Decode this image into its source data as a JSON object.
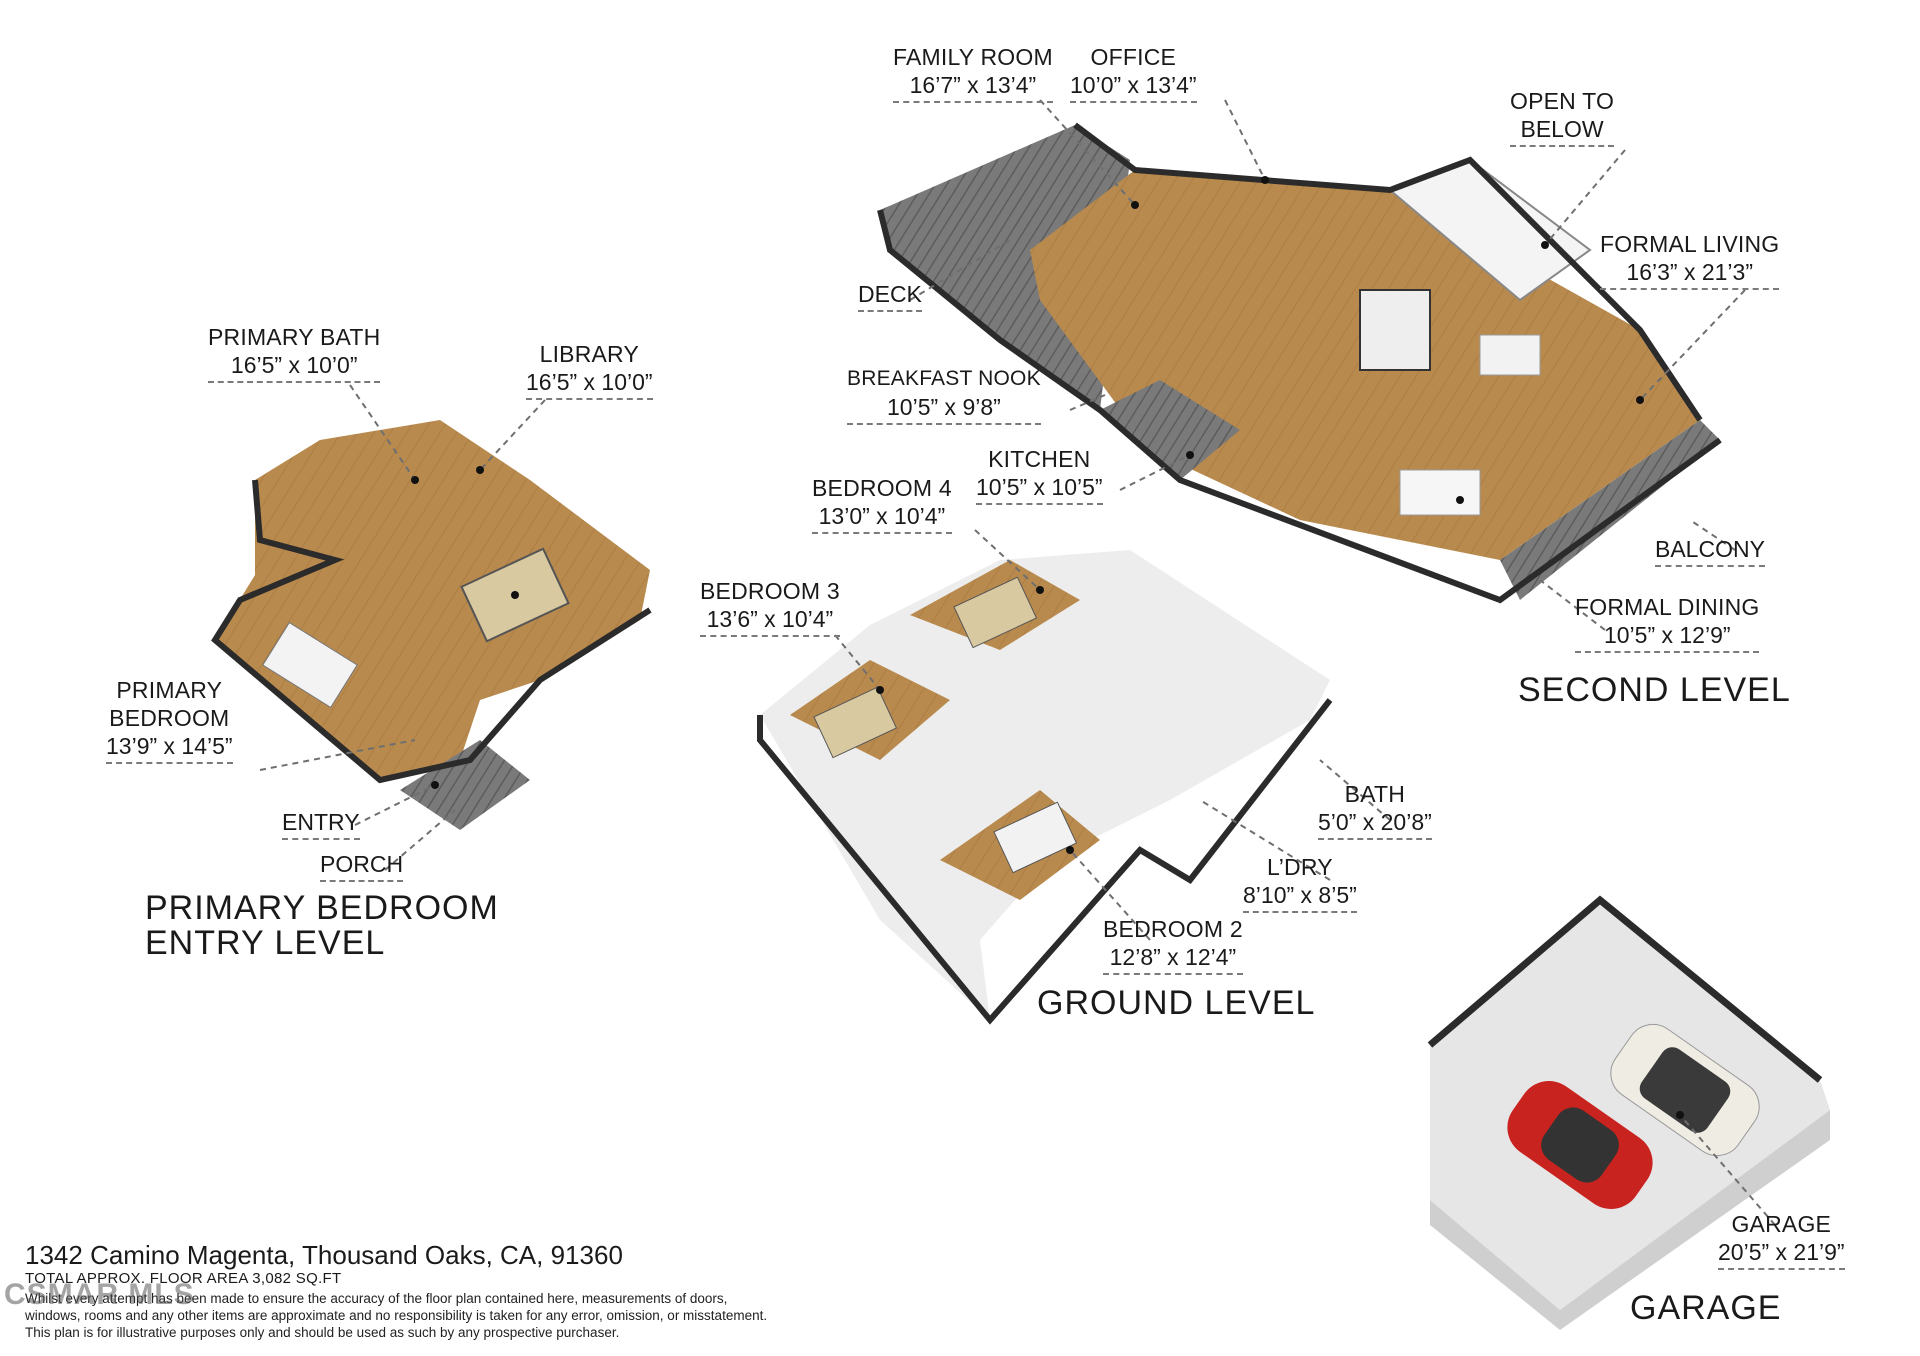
{
  "levels": {
    "second": "SECOND LEVEL",
    "ground": "GROUND LEVEL",
    "entry_line1": "PRIMARY BEDROOM",
    "entry_line2": "ENTRY LEVEL",
    "garage": "GARAGE"
  },
  "rooms": {
    "family_room": {
      "name": "FAMILY ROOM",
      "dims": "16’7” x 13’4”"
    },
    "office": {
      "name": "OFFICE",
      "dims": "10’0” x 13’4”"
    },
    "open_to_below": {
      "name1": "OPEN TO",
      "name2": "BELOW"
    },
    "formal_living": {
      "name": "FORMAL LIVING",
      "dims": "16’3” x 21’3”"
    },
    "deck": {
      "name": "DECK"
    },
    "breakfast_nook": {
      "name": "BREAKFAST NOOK",
      "dims": "10’5” x 9’8”"
    },
    "kitchen": {
      "name": "KITCHEN",
      "dims": "10’5” x 10’5”"
    },
    "balcony": {
      "name": "BALCONY"
    },
    "formal_dining": {
      "name": "FORMAL DINING",
      "dims": "10’5” x 12’9”"
    },
    "primary_bath": {
      "name": "PRIMARY BATH",
      "dims": "16’5” x 10’0”"
    },
    "library": {
      "name": "LIBRARY",
      "dims": "16’5” x 10’0”"
    },
    "primary_bedroom": {
      "name1": "PRIMARY",
      "name2": "BEDROOM",
      "dims": "13’9” x 14’5”"
    },
    "entry": {
      "name": "ENTRY"
    },
    "porch": {
      "name": "PORCH"
    },
    "bedroom4": {
      "name": "BEDROOM 4",
      "dims": "13’0” x 10’4”"
    },
    "bedroom3": {
      "name": "BEDROOM 3",
      "dims": "13’6” x 10’4”"
    },
    "bath": {
      "name": "BATH",
      "dims": "5’0” x 20’8”"
    },
    "laundry": {
      "name": "L’DRY",
      "dims": "8’10” x 8’5”"
    },
    "bedroom2": {
      "name": "BEDROOM 2",
      "dims": "12’8” x 12’4”"
    },
    "garage": {
      "name": "GARAGE",
      "dims": "20’5” x 21’9”"
    }
  },
  "footer": {
    "address": "1342 Camino Magenta, Thousand Oaks, CA, 91360",
    "total_area": "TOTAL APPROX. FLOOR AREA 3,082 SQ.FT",
    "disclaimer_1": "Whilst every attempt has been made to ensure the accuracy of the floor plan contained here, measurements of doors,",
    "disclaimer_2": "windows, rooms and any other items are approximate and no responsibility is taken for any error, omission, or misstatement.",
    "disclaimer_3": "This plan is for illustrative purposes only and should be used as such by any prospective purchaser.",
    "watermark": "CSMAR MLS"
  },
  "colors": {
    "floor_wood": "#b98a4e",
    "wall": "#2b2b2b",
    "deck": "#6f6f6f",
    "car_red": "#c8231f"
  }
}
